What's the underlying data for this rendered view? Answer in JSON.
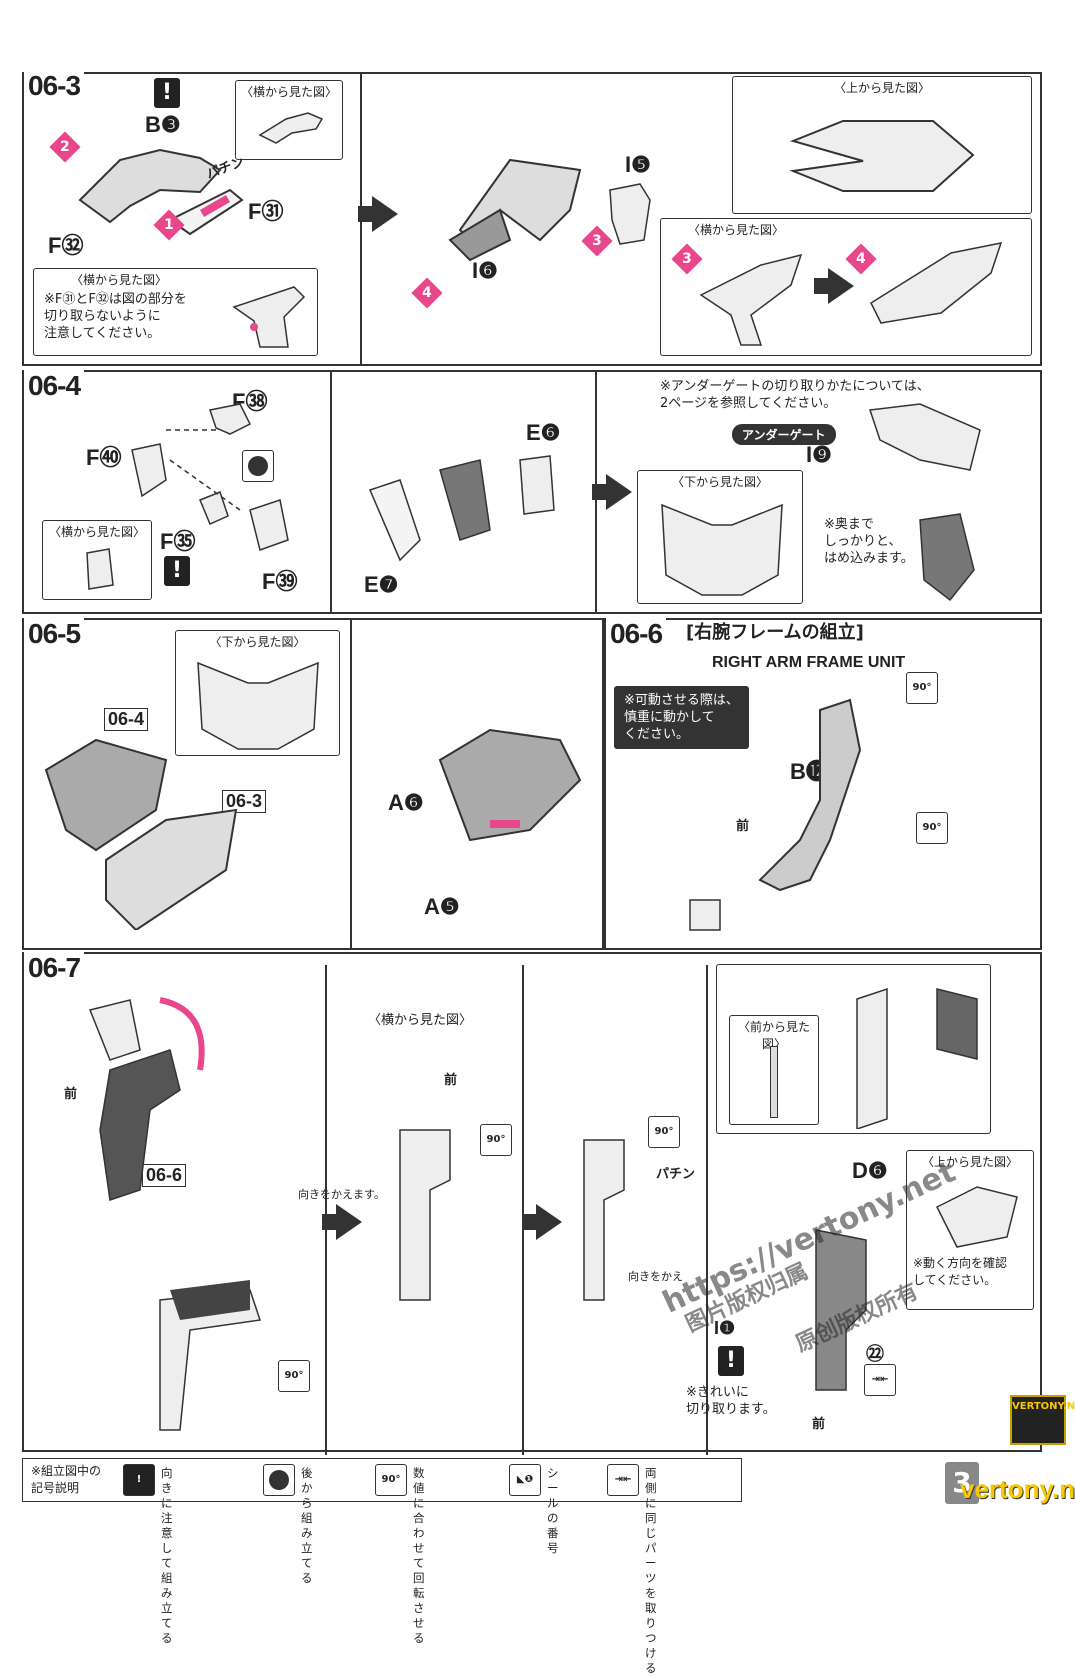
{
  "steps": {
    "s063": {
      "label": "06-3"
    },
    "s064": {
      "label": "06-4"
    },
    "s065": {
      "label": "06-5"
    },
    "s066": {
      "label": "06-6",
      "title": "[右腕フレームの組立]",
      "subtitle": "RIGHT ARM FRAME UNIT"
    },
    "s067": {
      "label": "06-7"
    }
  },
  "views": {
    "side": "〈横から見た図〉",
    "top": "〈上から見た図〉",
    "bottom": "〈下から見た図〉",
    "front": "〈前から見た図〉"
  },
  "parts": {
    "b3": "B❸",
    "f31": "F㉛",
    "f32": "F㉜",
    "i5": "I❺",
    "i6": "I❻",
    "f38": "F㊳",
    "f40": "F㊵",
    "f35": "F㉟",
    "f39": "F㊴",
    "e6": "E❻",
    "e7": "E❼",
    "i9": "I❾",
    "a6": "A❻",
    "a5": "A❺",
    "b12": "B⓬",
    "d6": "D❻",
    "ref063": "06-3",
    "ref064": "06-4",
    "ref066": "06-6",
    "i1": "I❶",
    "n22": "㉒"
  },
  "notes": {
    "f31f32": "※F㉛とF㉜は図の部分を\n切り取らないように\n注意してください。",
    "undergate": "※アンダーゲートの切り取りかたについては、\n2ページを参照してください。",
    "undergate_pill": "アンダーゲート",
    "push": "※奥まで\nしっかりと、\nはめ込みます。",
    "careful": "※可動させる際は、\n慎重に動かして\nください。",
    "turn": "向きをかえます。",
    "turn2": "向きをかえ",
    "confirm": "※動く方向を確認\nしてください。",
    "cut": "※きれいに\n切り取ります。",
    "mae": "前",
    "pachin": "パチン",
    "rot90": "90°"
  },
  "legend": {
    "title": "※組立図中の\n記号説明",
    "i1": "向きに注意して\n組み立てる",
    "i2": "後から\n組み立てる",
    "i3": "数値に合わせて\n回転させる",
    "i4": "シール\nの番号",
    "i5": "両側に同じパーツ\nを取りつける"
  },
  "page_number": "3",
  "watermark": {
    "url": "https://vertony.net",
    "cn1": "图片版权归属",
    "cn2": "原创版权所有",
    "site": "vertony.net",
    "badge": "VERTONY.NET"
  },
  "colors": {
    "accent": "#e8478b",
    "ink": "#333333"
  }
}
